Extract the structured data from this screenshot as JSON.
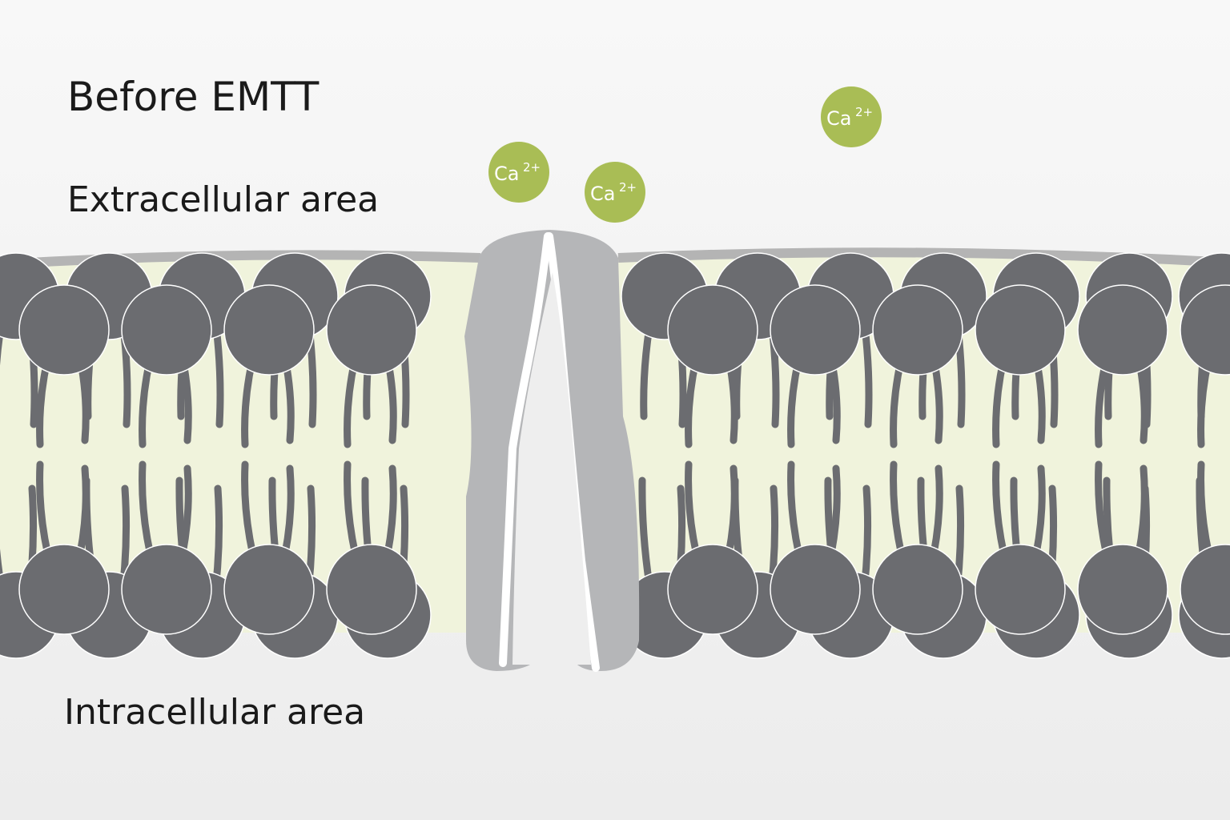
{
  "diagram": {
    "title": "Before EMTT",
    "extracellular_label": "Extracellular area",
    "intracellular_label": "Intracellular area",
    "ions": [
      {
        "symbol": "Ca",
        "charge": "2+"
      },
      {
        "symbol": "Ca",
        "charge": "2+"
      },
      {
        "symbol": "Ca",
        "charge": "2+"
      }
    ],
    "colors": {
      "ion": "#a9bd55",
      "lipid_head": "#6b6c70",
      "membrane_core": "#f0f3dc",
      "channel": "#b5b6b8",
      "outer_line": "#b4b4b4"
    }
  }
}
